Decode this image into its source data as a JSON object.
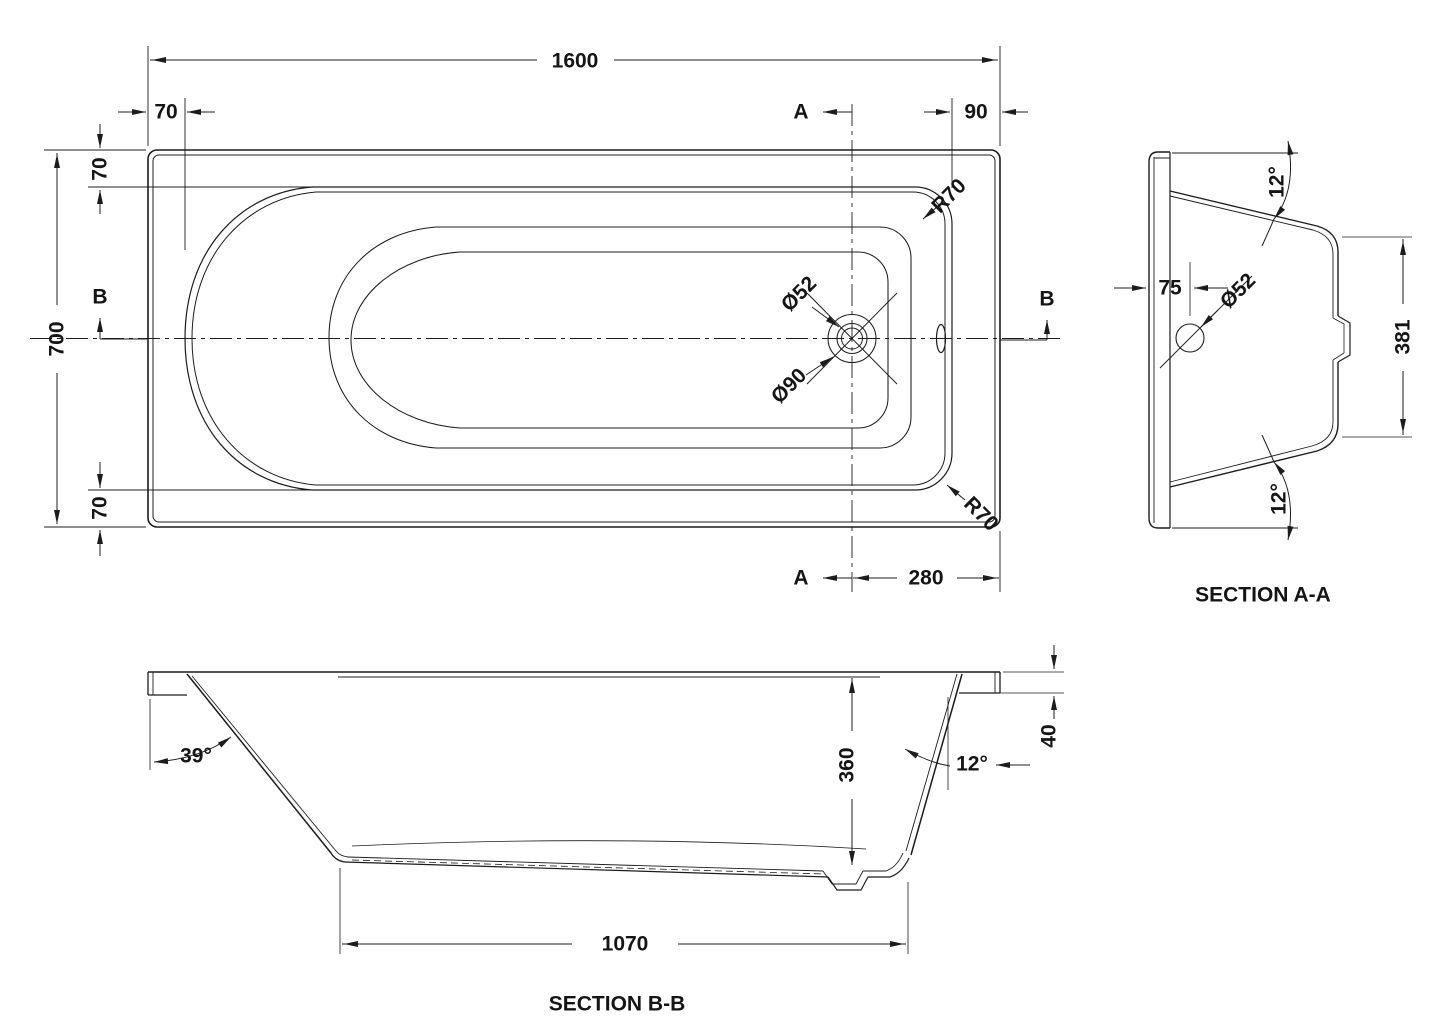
{
  "drawing": {
    "plan": {
      "length": "1600",
      "rim_left": "70",
      "rim_right": "90",
      "width": "700",
      "rim_top": "70",
      "rim_bottom": "70",
      "drain_small_dia": "Ø52",
      "drain_large_dia": "Ø90",
      "corner_radius_top": "R70",
      "corner_radius_bottom": "R70",
      "drain_offset": "280",
      "section_a_marker": "A",
      "section_b_marker": "B"
    },
    "section_aa": {
      "title": "SECTION A-A",
      "angle_top": "12°",
      "angle_bottom": "12°",
      "drain_offset": "75",
      "drain_dia": "Ø52",
      "inner_width": "381"
    },
    "section_bb": {
      "title": "SECTION B-B",
      "head_angle": "39°",
      "foot_angle": "12°",
      "depth": "360",
      "rim_height": "40",
      "base_length": "1070"
    }
  }
}
